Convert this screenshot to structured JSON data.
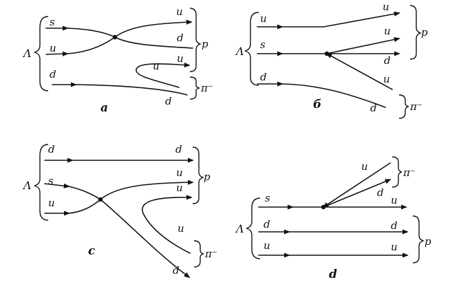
{
  "diagrams": {
    "a": {
      "caption": "a",
      "particle_in": "Λ",
      "quarks_in": [
        "s",
        "u",
        "d"
      ],
      "quarks_out": [
        "u",
        "d",
        "u",
        "u",
        "d"
      ],
      "group_top": "p",
      "group_bottom": "π⁻"
    },
    "b": {
      "caption": "б",
      "particle_in": "Λ",
      "quarks_in": [
        "u",
        "s",
        "d"
      ],
      "quarks_out": [
        "u",
        "u",
        "d",
        "u",
        "d"
      ],
      "group_top": "p",
      "group_bottom": "π⁻"
    },
    "c": {
      "caption": "c",
      "particle_in": "Λ",
      "quarks_in": [
        "d",
        "s",
        "u"
      ],
      "quarks_out": [
        "d",
        "u",
        "u",
        "u",
        "d"
      ],
      "group_top": "p",
      "group_bottom": "π⁻"
    },
    "d": {
      "caption": "d",
      "particle_in": "Λ",
      "quarks_in": [
        "s",
        "d",
        "u"
      ],
      "quarks_out": [
        "u",
        "d",
        "u",
        "u",
        "d"
      ],
      "group_top": "π⁻",
      "group_bottom": "p"
    }
  }
}
